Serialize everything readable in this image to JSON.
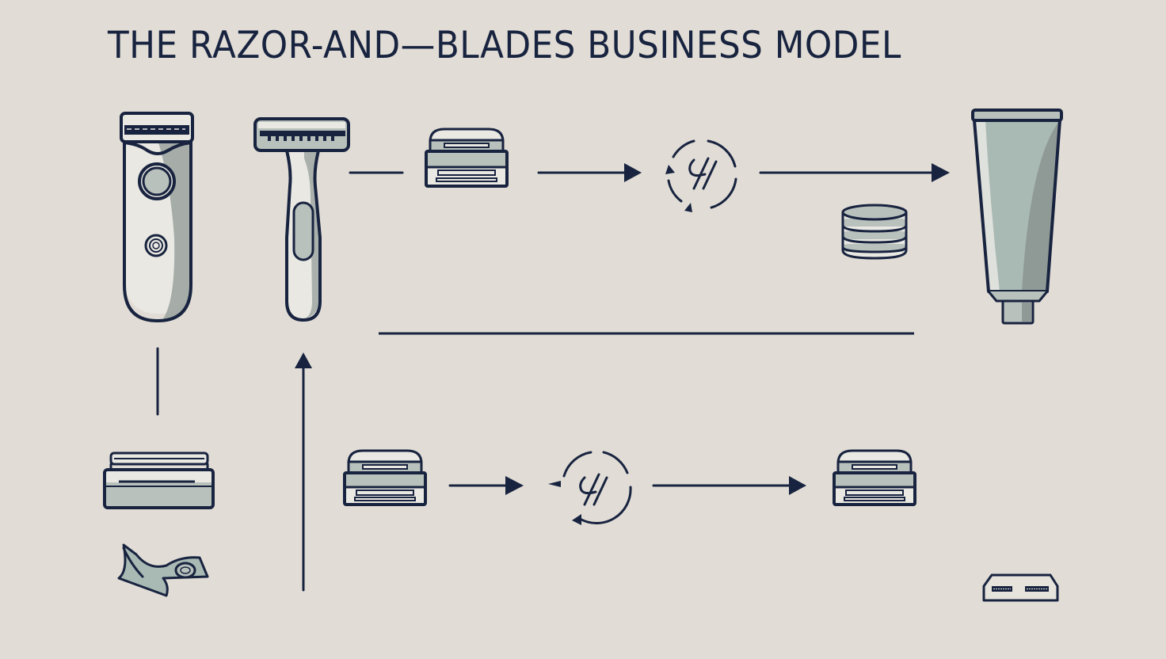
{
  "title": "THE RAZOR-AND—BLADES BUSINESS MODEL",
  "colors": {
    "background": "#e1ddd6",
    "ink": "#18233f",
    "fill_light": "#e9e8e3",
    "fill_mid": "#b9c1bd",
    "fill_dark": "#8f9a96",
    "fill_sage": "#a9b9b4"
  },
  "nodes": [
    {
      "id": "electric-trimmer",
      "icon": "electric-trimmer-icon"
    },
    {
      "id": "safety-razor",
      "icon": "razor-handle-icon"
    },
    {
      "id": "blade-cartridge-top",
      "icon": "blade-cartridge-icon"
    },
    {
      "id": "refill-cycle-top",
      "icon": "refresh-cycle-icon"
    },
    {
      "id": "coin-stack",
      "icon": "coin-stack-icon"
    },
    {
      "id": "shaving-cream-tube",
      "icon": "cream-tube-icon"
    },
    {
      "id": "blade-refill-pack",
      "icon": "blade-pack-icon"
    },
    {
      "id": "banknote",
      "icon": "money-bill-icon"
    },
    {
      "id": "blade-cartridge-bottom-left",
      "icon": "blade-cartridge-icon"
    },
    {
      "id": "refill-cycle-bottom",
      "icon": "refresh-cycle-icon"
    },
    {
      "id": "blade-cartridge-bottom-right",
      "icon": "blade-cartridge-icon"
    },
    {
      "id": "blade-box",
      "icon": "blade-box-icon"
    }
  ],
  "connectors": [
    {
      "from": "safety-razor",
      "to": "blade-cartridge-top",
      "type": "line"
    },
    {
      "from": "blade-cartridge-top",
      "to": "refill-cycle-top",
      "type": "arrow"
    },
    {
      "from": "refill-cycle-top",
      "to": "shaving-cream-tube",
      "type": "arrow"
    },
    {
      "from": "electric-trimmer",
      "to": "blade-refill-pack",
      "type": "line"
    },
    {
      "from": "bottom",
      "to": "safety-razor",
      "type": "arrow-up"
    },
    {
      "from": "blade-cartridge-bottom-left",
      "to": "refill-cycle-bottom",
      "type": "arrow"
    },
    {
      "from": "refill-cycle-bottom",
      "to": "blade-cartridge-bottom-right",
      "type": "arrow"
    },
    {
      "from": "divider",
      "to": "divider",
      "type": "horizontal-rule"
    }
  ]
}
